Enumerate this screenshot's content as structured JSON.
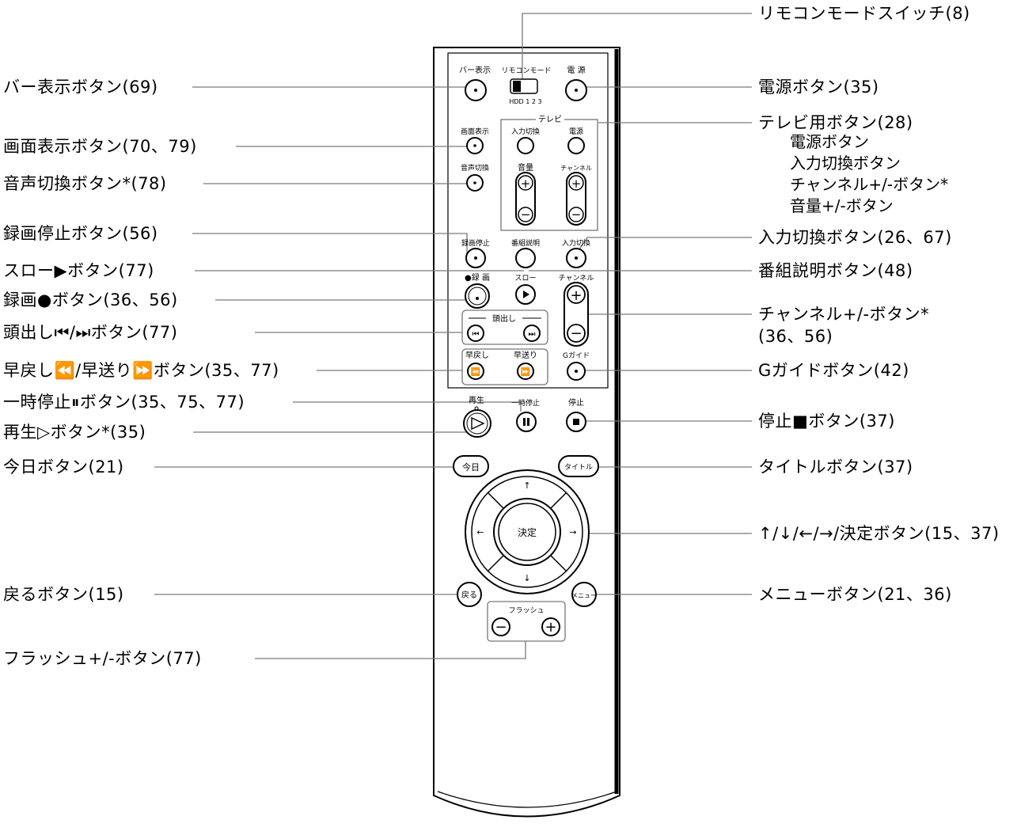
{
  "left_labels": [
    {
      "id": "bar-display",
      "text": "バー表示ボタン(69)"
    },
    {
      "id": "screen-display",
      "text": "画面表示ボタン(70、79)"
    },
    {
      "id": "audio-switch",
      "text": "音声切換ボタン*(78)"
    },
    {
      "id": "rec-stop",
      "text": "録画停止ボタン(56)"
    },
    {
      "id": "slow",
      "text": "スロー▶ボタン(77)"
    },
    {
      "id": "record",
      "text": "録画●ボタン(36、56)"
    },
    {
      "id": "chapter",
      "text": "頭出し⏮/⏭ボタン(77)"
    },
    {
      "id": "rewind-ff",
      "text": "早戻し⏪/早送り⏩ボタン(35、77)"
    },
    {
      "id": "pause",
      "text": "一時停止⏸ボタン(35、75、77)"
    },
    {
      "id": "play",
      "text": "再生▷ボタン*(35)"
    },
    {
      "id": "today",
      "text": "今日ボタン(21)"
    },
    {
      "id": "back",
      "text": "戻るボタン(15)"
    },
    {
      "id": "flash",
      "text": "フラッシュ+/-ボタン(77)"
    }
  ],
  "right_labels": [
    {
      "id": "remote-mode",
      "text": "リモコンモードスイッチ(8)"
    },
    {
      "id": "power",
      "text": "電源ボタン(35)"
    },
    {
      "id": "tv-buttons",
      "text": "テレビ用ボタン(28)"
    },
    {
      "id": "input-switch",
      "text": "入力切換ボタン(26、67)"
    },
    {
      "id": "program-info",
      "text": "番組説明ボタン(48)"
    },
    {
      "id": "channel",
      "text": "チャンネル+/-ボタン*"
    },
    {
      "id": "channel-ref",
      "text": "(36、56)"
    },
    {
      "id": "g-guide",
      "text": "Gガイドボタン(42)"
    },
    {
      "id": "stop",
      "text": "停止■ボタン(37)"
    },
    {
      "id": "title",
      "text": "タイトルボタン(37)"
    },
    {
      "id": "arrows",
      "text": "↑/↓/←/→/決定ボタン(15、37)"
    },
    {
      "id": "menu",
      "text": "メニューボタン(21、36)"
    }
  ],
  "tv_sub_items": [
    "電源ボタン",
    "入力切換ボタン",
    "チャンネル+/-ボタン*",
    "音量+/-ボタン"
  ],
  "remote": {
    "bar_display": "バー表示",
    "remote_mode": "リモコンモード",
    "mode_positions": "HDD 1 2 3",
    "power": "電 源",
    "tv_group": "テレビ",
    "tv_input": "入力切換",
    "tv_power": "電源",
    "screen_display": "画面表示",
    "audio_switch": "音声切換",
    "volume": "音量",
    "tv_channel": "チャンネル",
    "rec_stop": "録画停止",
    "program_info": "番組説明",
    "input_switch": "入力切換",
    "record": "●録 画",
    "slow": "スロー",
    "channel": "チャンネル",
    "chapter": "頭出し",
    "rewind": "早戻し",
    "fast_forward": "早送り",
    "g_guide": "Gガイド",
    "play": "再生",
    "pause": "一時停止",
    "stop": "停止",
    "today": "今日",
    "title": "タイトル",
    "enter": "決定",
    "back": "戻る",
    "menu": "メニュー",
    "flash": "フラッシュ"
  }
}
